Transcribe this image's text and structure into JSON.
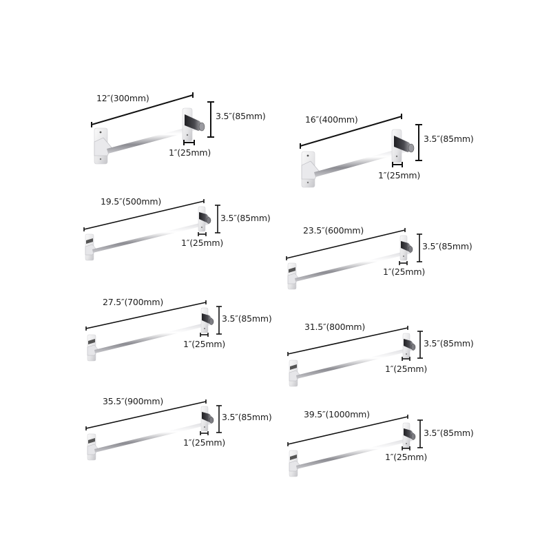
{
  "diagram": {
    "title": "",
    "variants": [
      {
        "length_label": "12″(300mm)",
        "height_label": "3.5″(85mm)",
        "depth_label": "1″(25mm)"
      },
      {
        "length_label": "16″(400mm)",
        "height_label": "3.5″(85mm)",
        "depth_label": "1″(25mm)"
      },
      {
        "length_label": "19.5″(500mm)",
        "height_label": "3.5″(85mm)",
        "depth_label": "1″(25mm)"
      },
      {
        "length_label": "23.5″(600mm)",
        "height_label": "3.5″(85mm)",
        "depth_label": "1″(25mm)"
      },
      {
        "length_label": "27.5″(700mm)",
        "height_label": "3.5″(85mm)",
        "depth_label": "1″(25mm)"
      },
      {
        "length_label": "31.5″(800mm)",
        "height_label": "3.5″(85mm)",
        "depth_label": "1″(25mm)"
      },
      {
        "length_label": "35.5″(900mm)",
        "height_label": "3.5″(85mm)",
        "depth_label": "1″(25mm)"
      },
      {
        "length_label": "39.5″(1000mm)",
        "height_label": "3.5″(85mm)",
        "depth_label": "1″(25mm)"
      }
    ],
    "colors": {
      "dimension_line": "#111111",
      "text": "#1c1c1c",
      "chrome_light": "#f2f2f2",
      "chrome_mid": "#b9b9bd",
      "chrome_dark": "#2a2a2e"
    }
  }
}
